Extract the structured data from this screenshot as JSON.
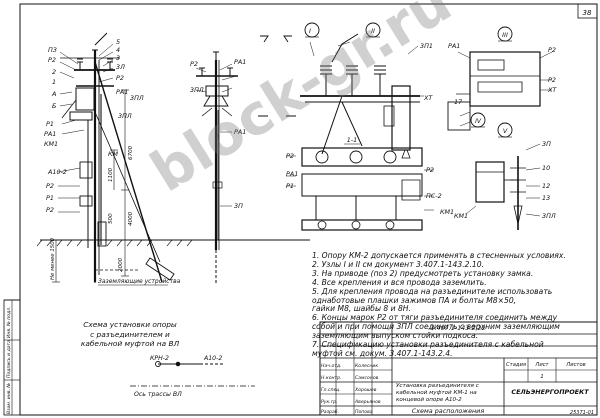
{
  "sheet": {
    "page_number": "38",
    "bottom_code": "25371-01"
  },
  "left_margin_stamp": [
    "Инв. № подл.",
    "Подпись и дата",
    "Взам. инв. №"
  ],
  "figure_labels": {
    "pole1": [
      "5",
      "4",
      "3",
      "3Л",
      "Р2",
      "ПЗ",
      "Р2",
      "РА1",
      "2",
      "1",
      "А",
      "Б",
      "Р1",
      "РА1",
      "КМ1",
      "3ПЛ",
      "А10-2",
      "Р2",
      "Р1",
      "Р2",
      "3ПЛ",
      "КМ"
    ],
    "pole1_dims": [
      "6700",
      "4000",
      "1100",
      "2000",
      "500"
    ],
    "ground_label": "Заземляющие устройства",
    "depth_label": "Не менее 1500",
    "pole2": [
      "РА1",
      "Р2",
      "3ПЛ",
      "РА1",
      "3П"
    ],
    "view_I": "I",
    "view_II": "II",
    "view_III": "III",
    "view_IV": "IV",
    "view_V": "V",
    "section": "1-1",
    "detail_labels": [
      "3П1",
      "РА1",
      "Р2",
      "ХТ",
      "Р2",
      "ХТ",
      "РА1",
      "Р2",
      "Р1",
      "Р2",
      "ПС-2",
      "КМ1",
      "3П",
      "10",
      "12",
      "13",
      "3ПЛ",
      "КМ1",
      "17"
    ]
  },
  "notes": [
    "1. Опору КМ-2 допускается применять в стесненных условиях.",
    "2. Узлы I и II см документ 3.407.1-143.2.10.",
    "3. На приводе (поз 2) предусмотреть установку замка.",
    "4. Все крепления и вся провода заземлить.",
    "5. Для крепления провода на разъединителе использовать",
    "   однаботовые плашки зажимов ПА и болты М8×50,",
    "   гайки М8, шайбы 8 и 8Н.",
    "6. Концы марок Р2 от тяги разъединителя соединить между",
    "   собой и при помощи 3ПЛ соединить с верхним заземляющим",
    "   заземляющим выпуском стойки подкоса.",
    "7. Спецификацию установки разъединителя с кабельной",
    "   муфтой см. докум. 3.407.1-143.2.4."
  ],
  "scheme": {
    "title_lines": [
      "Схема установки опоры",
      "с разъединителем и",
      "кабельной муфтой на ВЛ"
    ],
    "label_left": "КРН-2",
    "label_right": "А10-2",
    "bottom_label": "Ось трассы ВЛ"
  },
  "title_block": {
    "doc_code": "3.407.1-143.2.22",
    "description": "Установка разъединителя с кабельной муфтой КМ-1 на концевой опоре А10-2",
    "subtitle": "Схема расположения",
    "company": "СЕЛЬЭНЕРГОПРОЕКТ",
    "col_stage": "Стадия",
    "col_sheet": "Лист",
    "col_sheets": "Листов",
    "sheet_value": "1",
    "roles": [
      "Нач.отд.",
      "Н.контр.",
      "Гл.спец.",
      "Рук.гр.",
      "Разраб."
    ],
    "names": [
      "Колесник",
      "Самсонов",
      "Хорошев",
      "Аверьянов",
      "Попова"
    ]
  },
  "watermark": "block-gr.ru"
}
